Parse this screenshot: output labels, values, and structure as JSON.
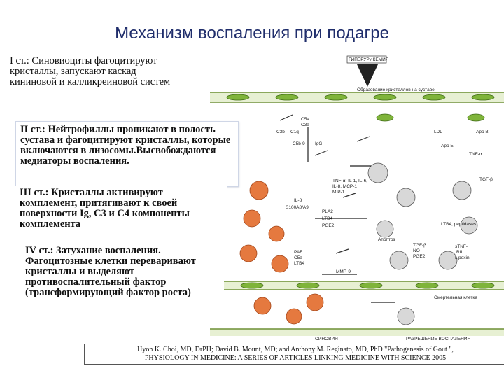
{
  "title": "Механизм воспаления при подагре",
  "stages": {
    "s1": "I ст.: Синовиоциты фагоцитируют\nкристаллы, запускают каскад\nкининовой и калликреиновой систем",
    "s2_head": "II ст.:",
    "s2_body": " Нейтрофиллы проникают в полость сустава и фагоцитируют кристаллы, которые включаются в лизосомы.Высвобождаются медиаторы воспаления.",
    "s3_head": "III ст.:",
    "s3_body": " Кристаллы активируют комплемент, притягивают к своей поверхности Ig, C3 и C4 компоненты комплемента",
    "s4_head": "IV ст.:",
    "s4_body": " Затухание воспаления. Фагоцитозные клетки переваривают кристаллы и выделяют противоспалительный фактор (трансформирующий фактор роста)"
  },
  "diagram_labels": {
    "gyper": "ГИПЕРУРИКЕМИЯ",
    "obr": "Образование кристаллов на суставе",
    "c5a": "C5a",
    "c3a": "C3a",
    "c1q": "C1q",
    "c3b": "C3b",
    "c5b9": "C5b-9",
    "igg": "IgG",
    "ldl": "LDL",
    "apob": "Apo B",
    "apoe": "Apo E",
    "tnfa": "TNF-α",
    "tnfa_il": "TNF-α, IL-1, IL-6,",
    "il8mcp": "IL-8, MCP-1",
    "mip1": "MIP-1",
    "tgfb": "TGF-β",
    "il8": "IL-8",
    "s100": "S100A8/A9",
    "pla2": "PLA2",
    "ltb4": "LTB4",
    "pge2": "PGE2",
    "paf": "PAF",
    "c5a2": "C5a",
    "ltb42": "LTB4",
    "mmp": "MMP-9",
    "tgfb2": "TGF-β",
    "no": "NO",
    "pge22": "PGE2",
    "stnf": "sTNF-",
    "rii": "RII",
    "lipoxin": "Lipoxin",
    "ltb4pept": "LTB4, peptidases",
    "apop": "Апоптоз",
    "smert": "Смертельная клетка",
    "sinov": "СИНОВИЯ",
    "razr": "РАЗРЕШЕНИЕ ВОСПАЛЕНИЯ"
  },
  "reference": {
    "line1": "Hyon K. Choi, MD, DrPH; David B. Mount, MD; and Anthony M. Reginato, MD, PhD \"Pathogenesis of Gout \",",
    "line2": "PHYSIOLOGY IN MEDICINE: A SERIES OF ARTICLES LINKING MEDICINE WITH SCIENCE 2005"
  }
}
